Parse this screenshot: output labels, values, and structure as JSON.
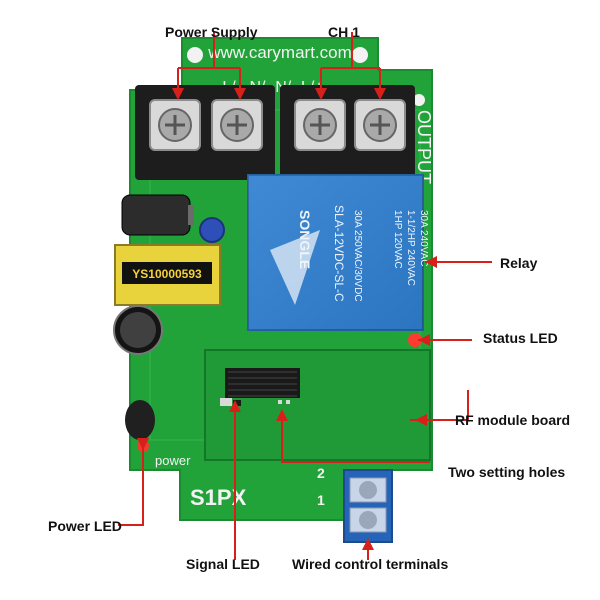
{
  "labels": {
    "power_supply": "Power Supply",
    "ch1": "CH 1",
    "relay": "Relay",
    "status_led": "Status LED",
    "rf_module_board": "RF module board",
    "two_setting_holes": "Two setting holes",
    "power_led": "Power LED",
    "signal_led": "Signal LED",
    "wired_control_terminals": "Wired control terminals"
  },
  "board": {
    "url": "www.carymart.com",
    "terminal_marks": "L/+ N/-   N/- L/+",
    "output": "OUTPUT",
    "relay_brand": "SONGLE",
    "relay_model": "SLA-12VDC-SL-C",
    "relay_rating_1": "30A 250VAC/30VDC",
    "relay_rating_2": "1HP 120VAC",
    "relay_rating_3": "1-1/2HP 240VAC",
    "relay_rating_4": "30A 240VAC",
    "transformer": "YS10000593",
    "model": "S1PX",
    "power_text": "power",
    "terminal_1": "1",
    "terminal_2": "2"
  },
  "colors": {
    "board": "#22a33a",
    "annotation": "#d8201a",
    "relay": "#2f7fd1",
    "terminal": "#1d1d1d"
  }
}
